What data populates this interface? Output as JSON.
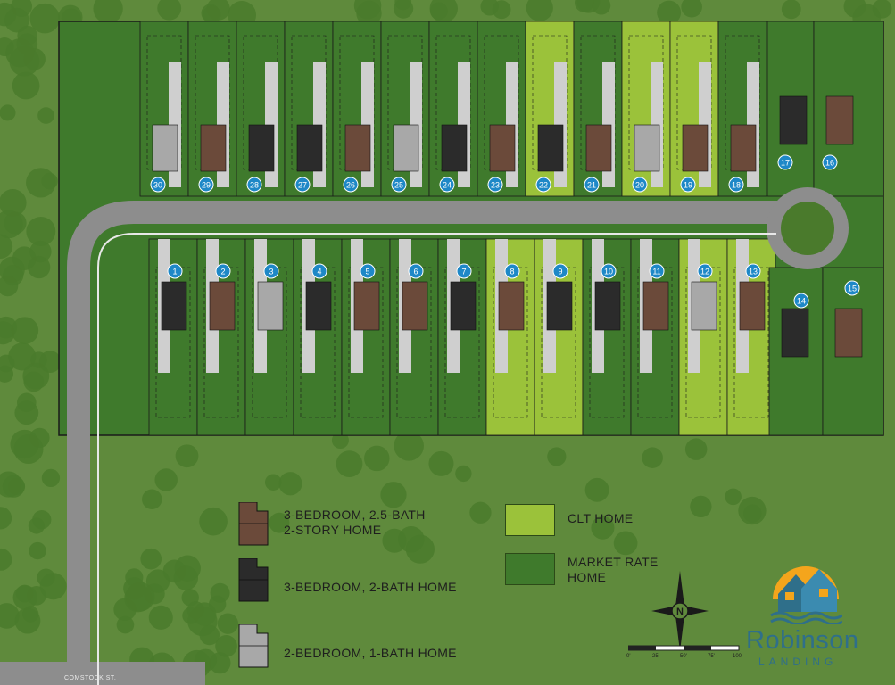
{
  "colors": {
    "background": "#5f8a3c",
    "clt": "#9bc23a",
    "market": "#3f7a2c",
    "road": "#8d8d8d",
    "driveway": "#cfcfcf",
    "lot_marker": "#1e88c7",
    "brown_home": "#6b4a3a",
    "black_home": "#2b2b2b",
    "gray_home": "#a8a8a8",
    "brand": "#2f6f8a"
  },
  "legend": {
    "home_types": [
      {
        "label": "3-BEDROOM, 2.5-BATH\n2-STORY HOME",
        "icon": "brown-house-icon",
        "color": "#6b4a3a"
      },
      {
        "label": "3-BEDROOM, 2-BATH HOME",
        "icon": "black-house-icon",
        "color": "#2b2b2b"
      },
      {
        "label": "2-BEDROOM, 1-BATH HOME",
        "icon": "gray-house-icon",
        "color": "#a8a8a8"
      }
    ],
    "lot_types": [
      {
        "label": "CLT HOME",
        "color": "#9bc23a"
      },
      {
        "label": "MARKET RATE\nHOME",
        "color": "#3f7a2c"
      }
    ]
  },
  "street": "COMSTOCK ST.",
  "compass": {
    "letter": "N"
  },
  "scale_bar": {
    "labels": [
      "0'",
      "25'",
      "50'",
      "75'",
      "100'"
    ]
  },
  "brand": {
    "name": "Robinson",
    "sub": "LANDING"
  },
  "lots_bottom": [
    {
      "number": "1",
      "type": "market",
      "home": "black"
    },
    {
      "number": "2",
      "type": "market",
      "home": "brown"
    },
    {
      "number": "3",
      "type": "market",
      "home": "gray"
    },
    {
      "number": "4",
      "type": "market",
      "home": "black"
    },
    {
      "number": "5",
      "type": "market",
      "home": "brown"
    },
    {
      "number": "6",
      "type": "market",
      "home": "brown"
    },
    {
      "number": "7",
      "type": "market",
      "home": "black"
    },
    {
      "number": "8",
      "type": "clt",
      "home": "brown"
    },
    {
      "number": "9",
      "type": "clt",
      "home": "black"
    },
    {
      "number": "10",
      "type": "market",
      "home": "black"
    },
    {
      "number": "11",
      "type": "market",
      "home": "brown"
    },
    {
      "number": "12",
      "type": "clt",
      "home": "gray"
    },
    {
      "number": "13",
      "type": "clt",
      "home": "brown"
    }
  ],
  "lots_top": [
    {
      "number": "30",
      "type": "market",
      "home": "gray"
    },
    {
      "number": "29",
      "type": "market",
      "home": "brown"
    },
    {
      "number": "28",
      "type": "market",
      "home": "black"
    },
    {
      "number": "27",
      "type": "market",
      "home": "black"
    },
    {
      "number": "26",
      "type": "market",
      "home": "brown"
    },
    {
      "number": "25",
      "type": "market",
      "home": "gray"
    },
    {
      "number": "24",
      "type": "market",
      "home": "black"
    },
    {
      "number": "23",
      "type": "market",
      "home": "brown"
    },
    {
      "number": "22",
      "type": "clt",
      "home": "black"
    },
    {
      "number": "21",
      "type": "market",
      "home": "brown"
    },
    {
      "number": "20",
      "type": "clt",
      "home": "gray"
    },
    {
      "number": "19",
      "type": "clt",
      "home": "brown"
    },
    {
      "number": "18",
      "type": "market",
      "home": "brown"
    }
  ],
  "lots_cul_de_sac": [
    {
      "number": "17",
      "type": "market",
      "home": "black"
    },
    {
      "number": "16",
      "type": "market",
      "home": "brown"
    },
    {
      "number": "14",
      "type": "market",
      "home": "black"
    },
    {
      "number": "15",
      "type": "market",
      "home": "brown"
    }
  ]
}
